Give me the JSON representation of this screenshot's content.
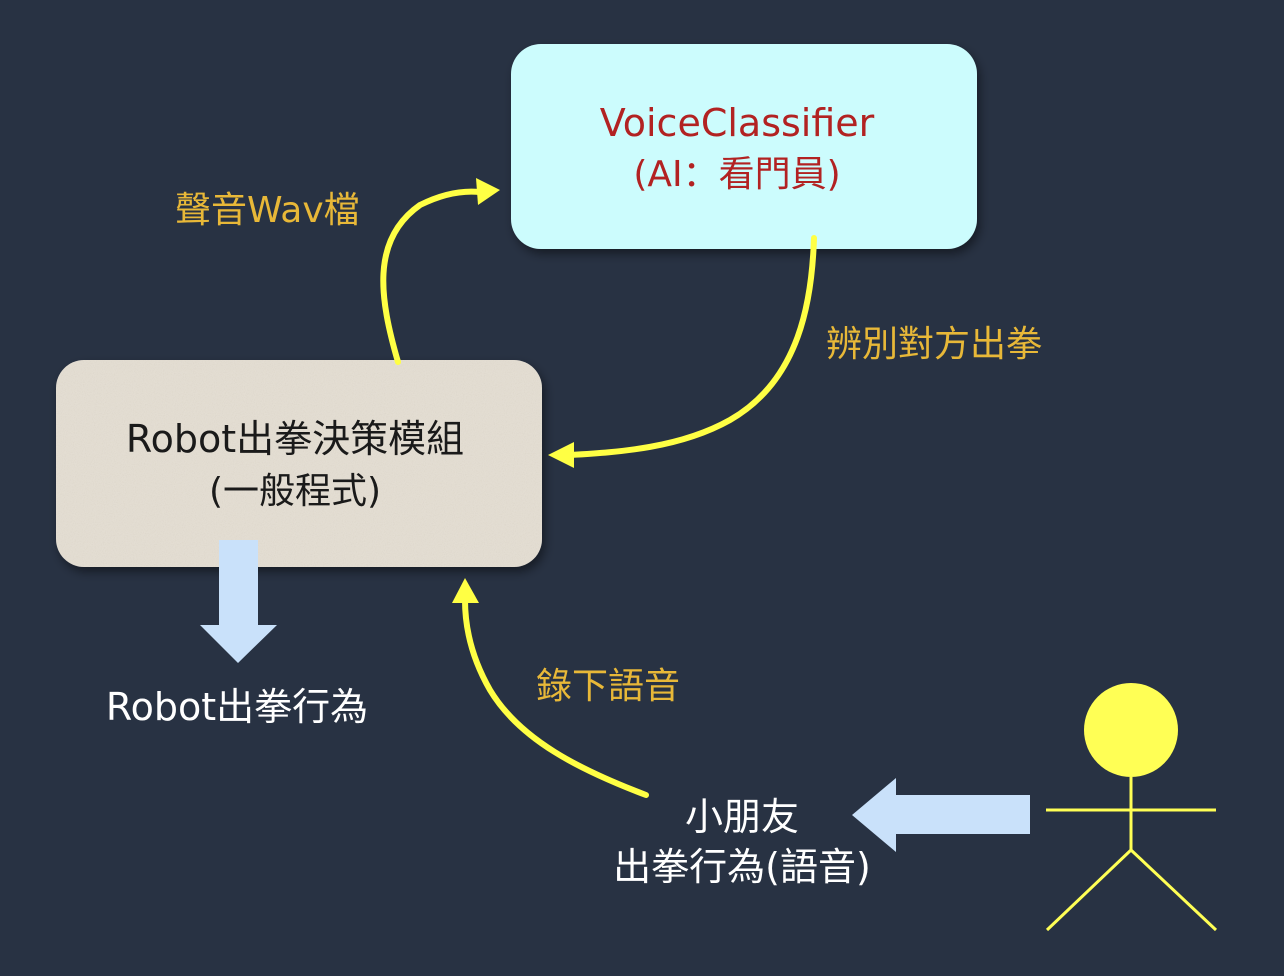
{
  "nodes": {
    "classifier": {
      "line1": "VoiceClassifier",
      "line2": "(AI：看門員)",
      "fill": "#ccfcfd",
      "text_color": "#b22222"
    },
    "decision": {
      "line1": "Robot出拳決策模組",
      "line2": "(一般程式)",
      "fill": "#e3ddd2",
      "text_color": "#1a1a1a"
    },
    "output": {
      "label": "Robot出拳行為",
      "text_color": "#ffffff"
    },
    "child": {
      "line1": "小朋友",
      "line2": "出拳行為(語音)",
      "text_color": "#ffffff"
    }
  },
  "edges": {
    "to_classifier": {
      "label": "聲音Wav檔"
    },
    "from_classifier": {
      "label": "辨別對方出拳"
    },
    "from_child": {
      "label": "錄下語音"
    }
  },
  "colors": {
    "background": "#283243",
    "curve_arrow": "#ffff44",
    "edge_label": "#e8b838",
    "block_arrow": "#c9e1fa",
    "stick_figure": "#ffff55"
  },
  "icons": [
    "stick-figure-icon"
  ]
}
